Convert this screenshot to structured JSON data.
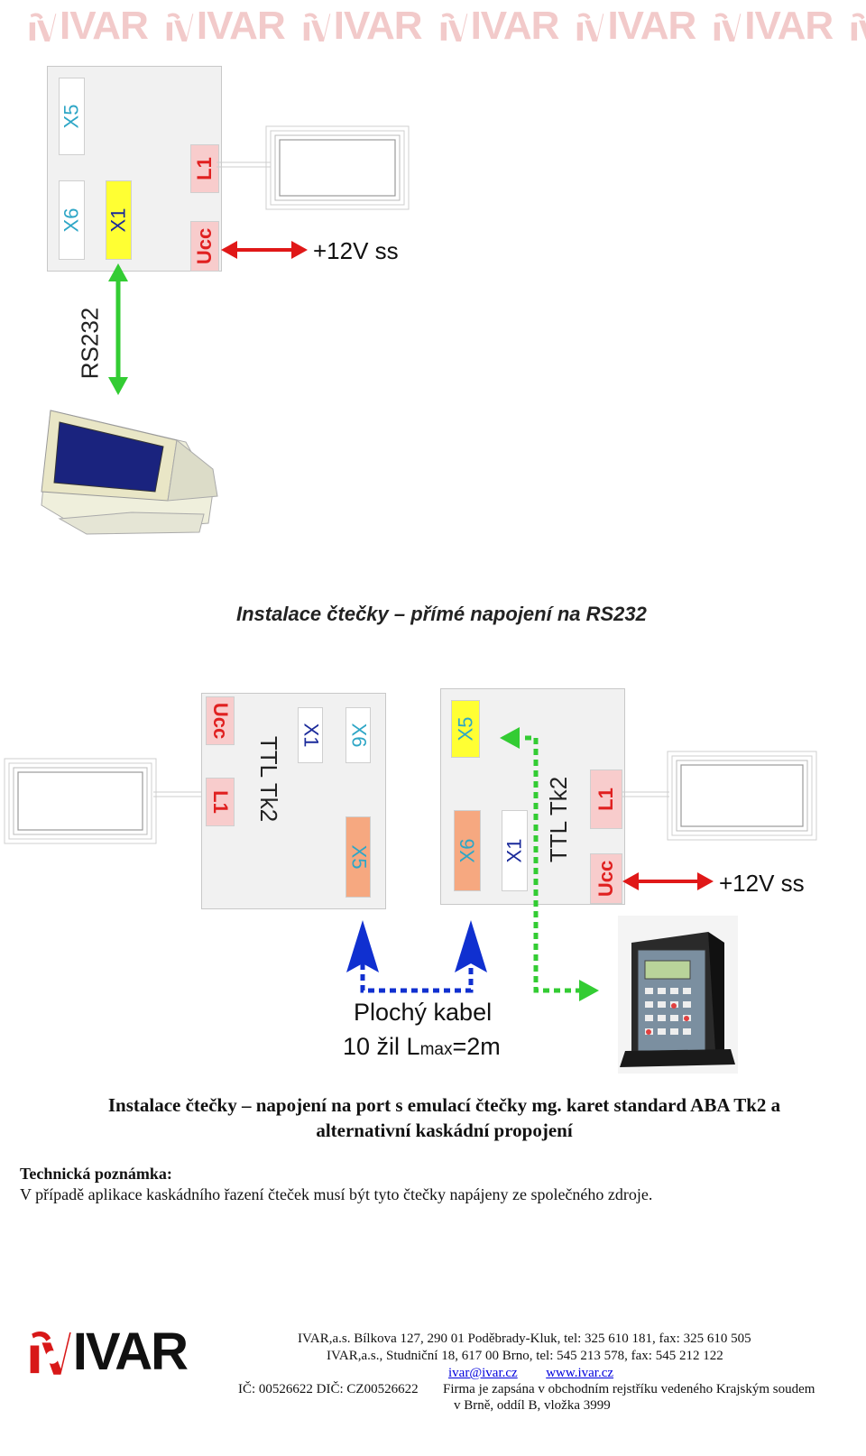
{
  "watermark": {
    "brand": "IVAR",
    "count": 7
  },
  "diagram1": {
    "connectors": [
      "X5",
      "X6",
      "X1",
      "L1",
      "Ucc"
    ],
    "power_label": "+12V ss",
    "rs232_label": "RS232",
    "caption": "Instalace čtečky – přímé napojení na RS232"
  },
  "diagram2": {
    "left_board": {
      "connectors": [
        "Ucc",
        "L1",
        "X1",
        "X6",
        "X5"
      ],
      "ttl_label": "TTL Tk2"
    },
    "right_board": {
      "connectors": [
        "X5",
        "X6",
        "X1",
        "L1",
        "Ucc"
      ],
      "ttl_label": "TTL Tk2"
    },
    "power_label": "+12V ss",
    "cable_line1": "Plochý kabel",
    "cable_line2_prefix": "10 žil L",
    "cable_line2_sub": "max",
    "cable_line2_suffix": "=2m",
    "caption_line1": "Instalace čtečky – napojení na port s emulací čtečky mg. karet standard ABA Tk2 a",
    "caption_line2": "alternativní kaskádní propojení"
  },
  "note": {
    "title": "Technická poznámka:",
    "text": "V případě aplikace kaskádního řazení čteček musí být tyto čtečky napájeny ze společného zdroje."
  },
  "footer": {
    "logo_text": "IVAR",
    "line1": "IVAR,a.s. Bílkova 127, 290 01 Poděbrady-Kluk, tel: 325 610 181, fax: 325 610 505",
    "line2": "IVAR,a.s., Studniční 18, 617 00 Brno, tel: 545 213 578, fax: 545 212 122",
    "email": "ivar@ivar.cz",
    "web": "www.ivar.cz",
    "line4_left": "IČ: 00526622  DIČ: CZ00526622",
    "line4_right": "Firma je zapsána v obchodním rejstříku vedeného Krajským soudem",
    "line5": "v Brně, oddíl B, vložka 3999"
  },
  "colors": {
    "arrow_red": "#e01818",
    "arrow_green": "#33cc33",
    "arrow_blue": "#1030d0",
    "brand_red": "#d81818"
  }
}
